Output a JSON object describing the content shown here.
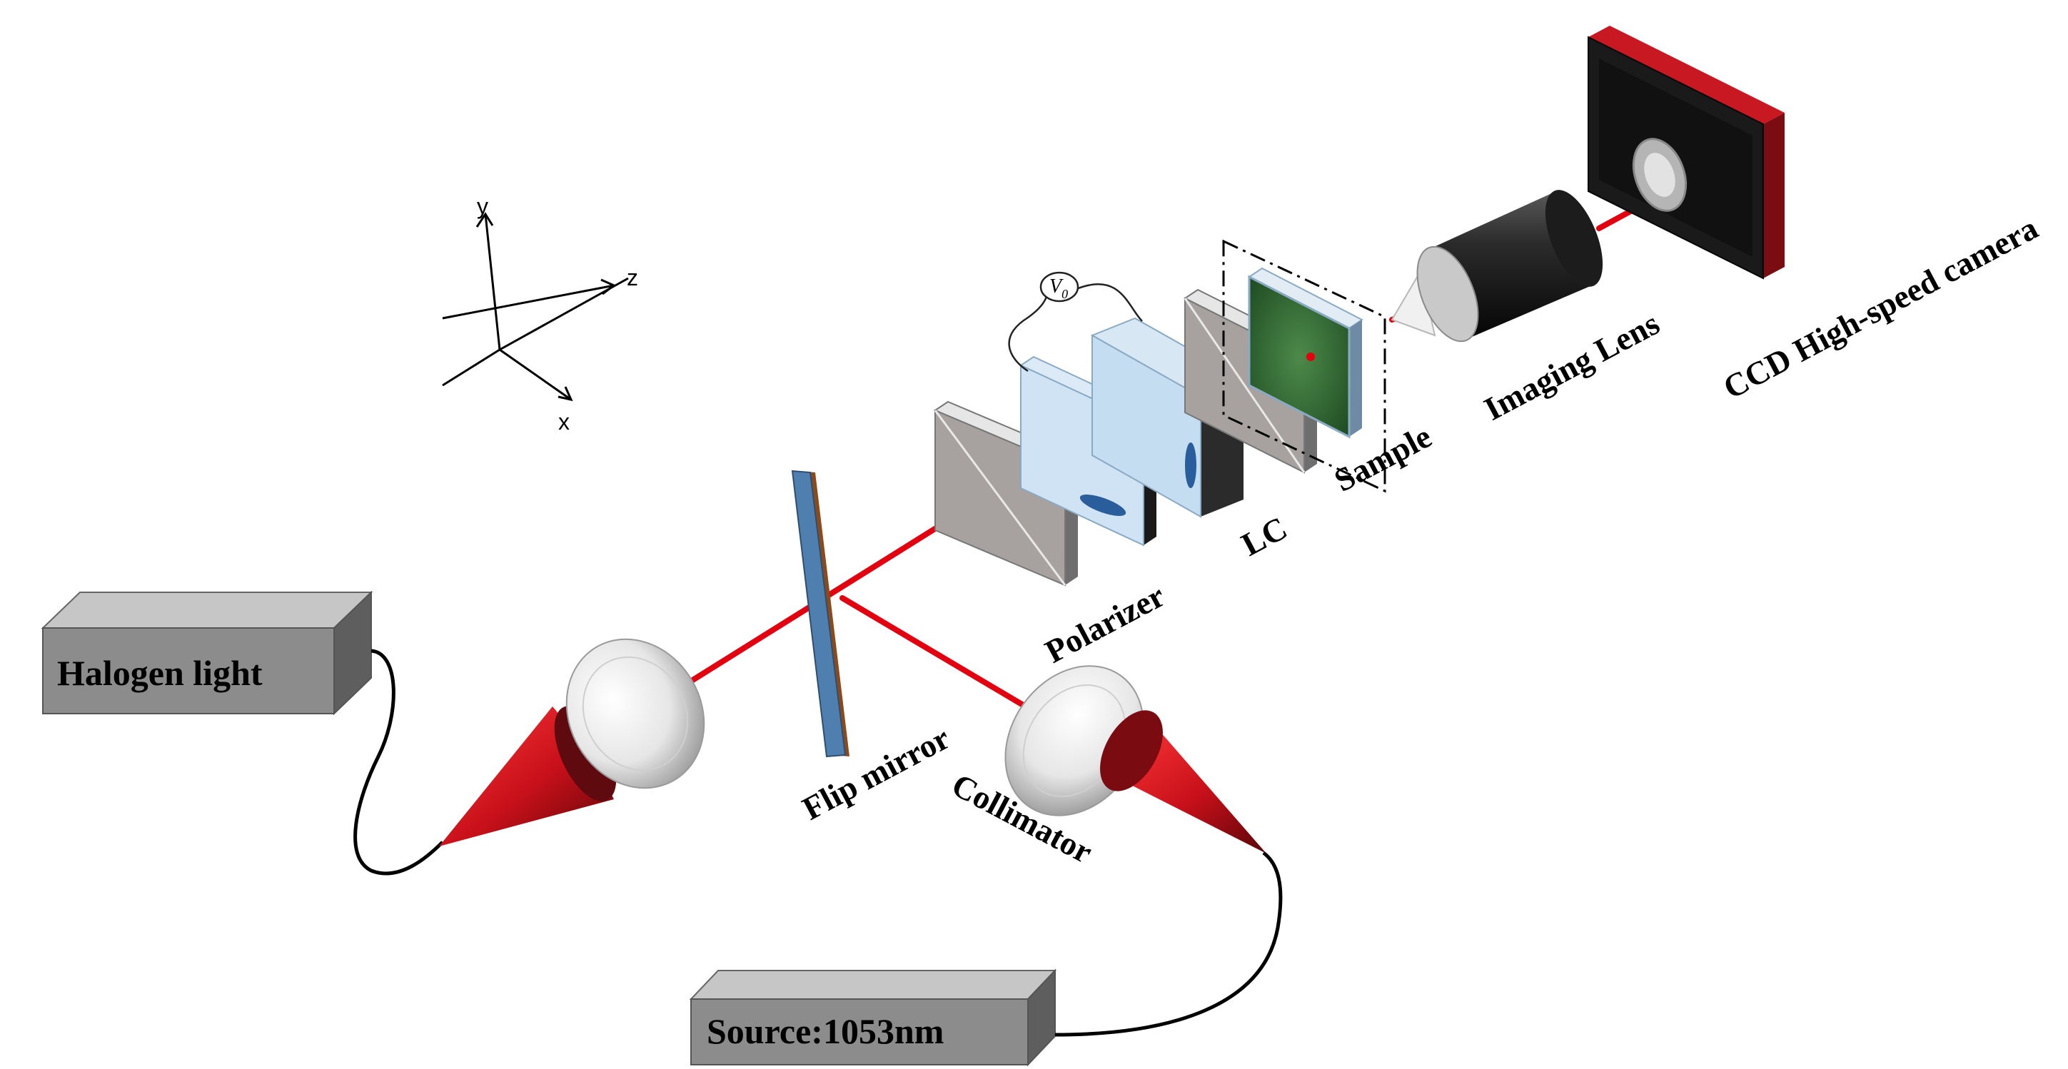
{
  "axes": {
    "y": "y",
    "z": "z",
    "x": "x"
  },
  "voltage_label": {
    "main": "V",
    "sub": "0"
  },
  "sources": {
    "halogen": "Halogen light",
    "laser": "Source:1053nm"
  },
  "labels": {
    "flip_mirror": "Flip mirror",
    "collimator": "Collimator",
    "polarizer": "Polarizer",
    "lc": "LC",
    "sample": "Sample",
    "imaging_lens": "Imaging Lens",
    "camera": "CCD High-speed camera"
  },
  "colors": {
    "beam": "#e3000f",
    "cone": "#c8101a",
    "mirror_face": "#4f7fae",
    "mirror_edge": "#8b4a1c",
    "box": "#8f8f8f",
    "camera_body": "#1a1a1a",
    "camera_back": "#a5121a"
  }
}
